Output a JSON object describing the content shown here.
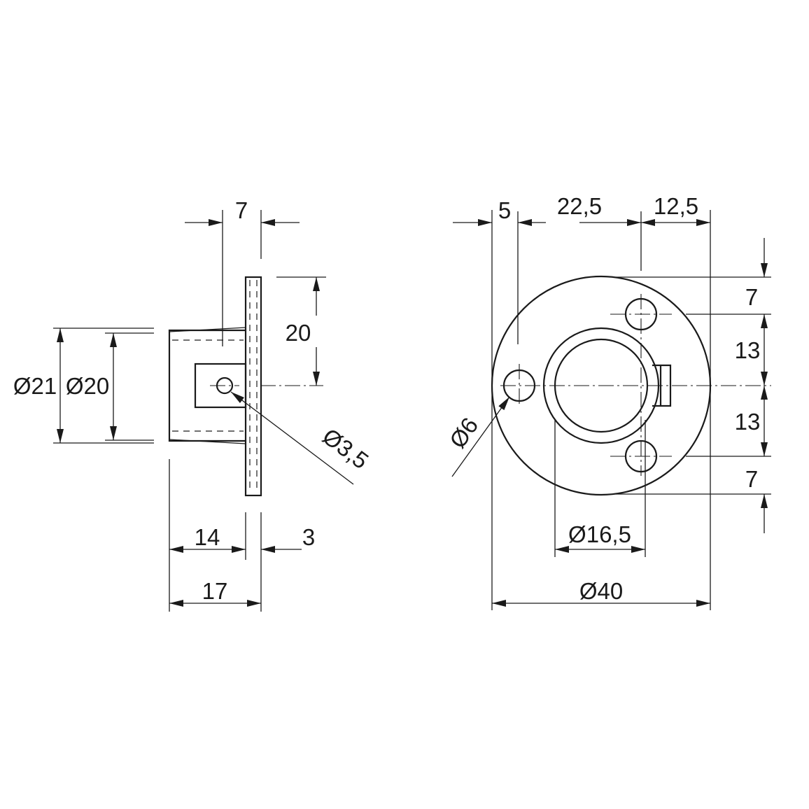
{
  "side_view": {
    "dim_7": "7",
    "dim_20": "20",
    "dim_d21": "Ø21",
    "dim_d20": "Ø20",
    "dim_d35": "Ø3,5",
    "dim_14": "14",
    "dim_3": "3",
    "dim_17": "17"
  },
  "front_view": {
    "dim_5": "5",
    "dim_225": "22,5",
    "dim_125": "12,5",
    "dim_7_top": "7",
    "dim_13_top": "13",
    "dim_13_bottom": "13",
    "dim_7_bottom": "7",
    "dim_d6": "Ø6",
    "dim_d165": "Ø16,5",
    "dim_d40": "Ø40"
  }
}
